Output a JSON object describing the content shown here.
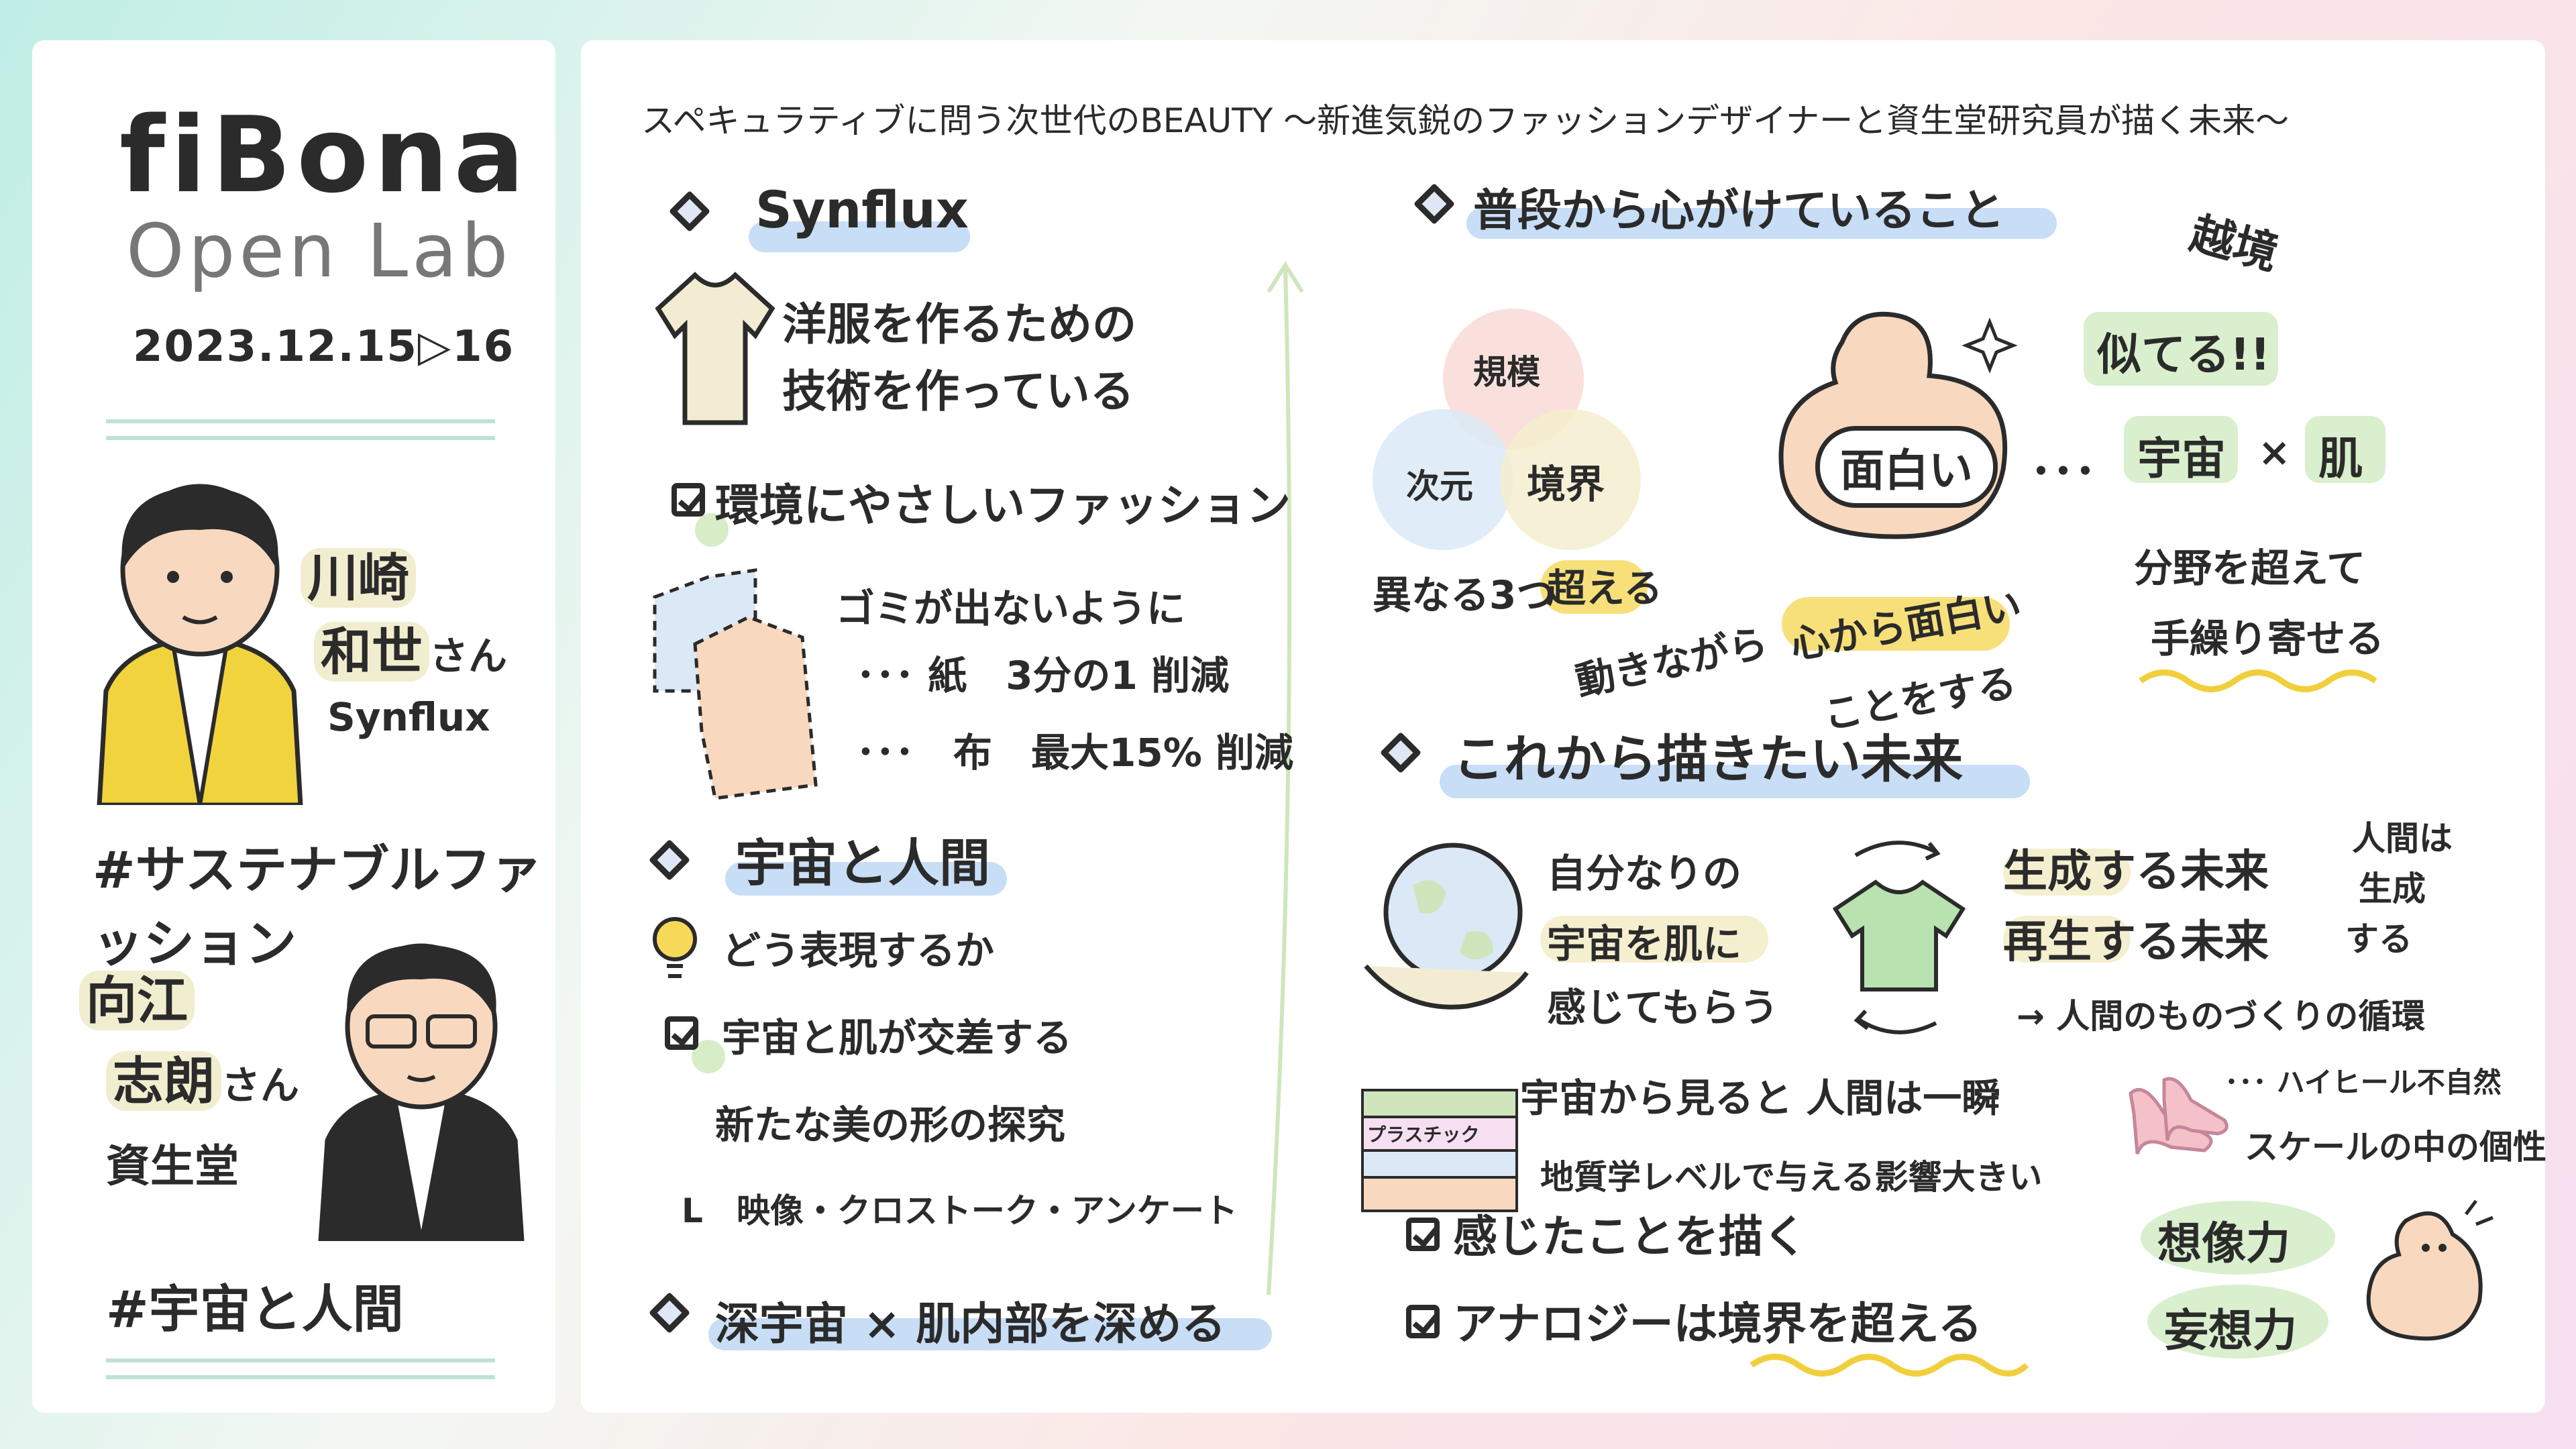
{
  "left": {
    "logo": "fiBona",
    "subtitle": "Open Lab",
    "date": "2023.12.15▷16",
    "person1": {
      "name_line1": "川崎",
      "name_line2": "和世",
      "honorific": "さん",
      "org": "Synflux"
    },
    "tag1": "#サステナブルファッション",
    "person2": {
      "name_line1": "向江",
      "name_line2": "志朗",
      "honorific": "さん",
      "org": "資生堂"
    },
    "tag2": "#宇宙と人間"
  },
  "header": {
    "title": "スペキュラティブに問う次世代のBEAUTY 〜新進気鋭のファッションデザイナーと資生堂研究員が描く未来〜"
  },
  "synflux": {
    "heading": "Synflux",
    "desc1": "洋服を作るための",
    "desc2": "技術を作っている",
    "eco": "環境にやさしいファッション",
    "waste": "ゴミが出ないように",
    "paper": "･･･ 紙　3分の1 削減",
    "cloth": "･･･　布　最大15% 削減"
  },
  "space": {
    "heading": "宇宙と人間",
    "how": "どう表現するか",
    "cross1": "宇宙と肌が交差する",
    "cross2": "新たな美の形の探究",
    "media": "L　映像・クロストーク・アンケート",
    "deep": "深宇宙 × 肌内部を深める"
  },
  "daily": {
    "heading": "普段から心がけていること",
    "venn": [
      "規模",
      "次元",
      "境界"
    ],
    "venn_caption_a": "異なる3つ",
    "venn_caption_b": "超える",
    "bubble": "面白い",
    "dots": "･･･",
    "move_a": "動きながら",
    "move_b": "心から面白い",
    "move_c": "ことをする",
    "crossing": "越境",
    "similar": "似てる!!",
    "space_skin_a": "宇宙",
    "space_skin_x": "×",
    "space_skin_b": "肌",
    "field1": "分野を超えて",
    "field2": "手繰り寄せる"
  },
  "future": {
    "heading": "これから描きたい未来",
    "self1": "自分なりの",
    "self2": "宇宙を肌に",
    "self3": "感じてもらう",
    "gen1": "生成する未来",
    "gen2": "再生する未来",
    "human1": "人間は",
    "human2": "生成",
    "human3": "する",
    "cycle": "→ 人間のものづくりの循環",
    "plastic": "プラスチック",
    "moment": "宇宙から見ると 人間は一瞬",
    "geo": "地質学レベルで与える影響大きい",
    "heel": "･･･ ハイヒール不自然",
    "scale": "スケールの中の個性",
    "draw": "感じたことを描く",
    "analogy": "アナロジーは境界を超える",
    "imagine": "想像力",
    "fantasy": "妄想力"
  },
  "colors": {
    "highlight_blue": "#c8ddf6",
    "highlight_yellow": "#f7e07a",
    "highlight_green": "#d9efcd",
    "peach": "#f8d9bf"
  }
}
